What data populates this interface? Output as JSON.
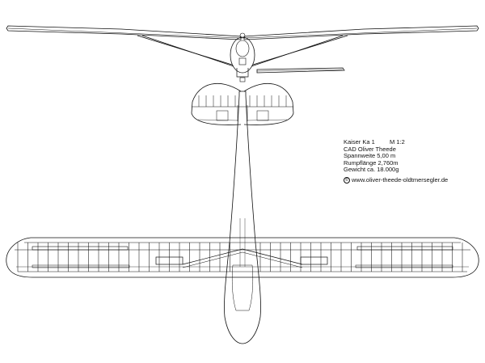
{
  "drawing": {
    "model": "Kaiser Ka 1",
    "scale": "M 1:2",
    "author": "CAD Oliver Theede",
    "wingspan": "Spannweite  5,00  m",
    "fuselage_length": "Rumpflänge 2,760m",
    "weight": "Gewicht ca. 18.000g",
    "copyright_symbol": "©",
    "website": "www.oliver-theede-oldtmersegler.de",
    "views": [
      "front-view",
      "top-view"
    ],
    "colors": {
      "line": "#111111",
      "background": "#ffffff"
    }
  }
}
